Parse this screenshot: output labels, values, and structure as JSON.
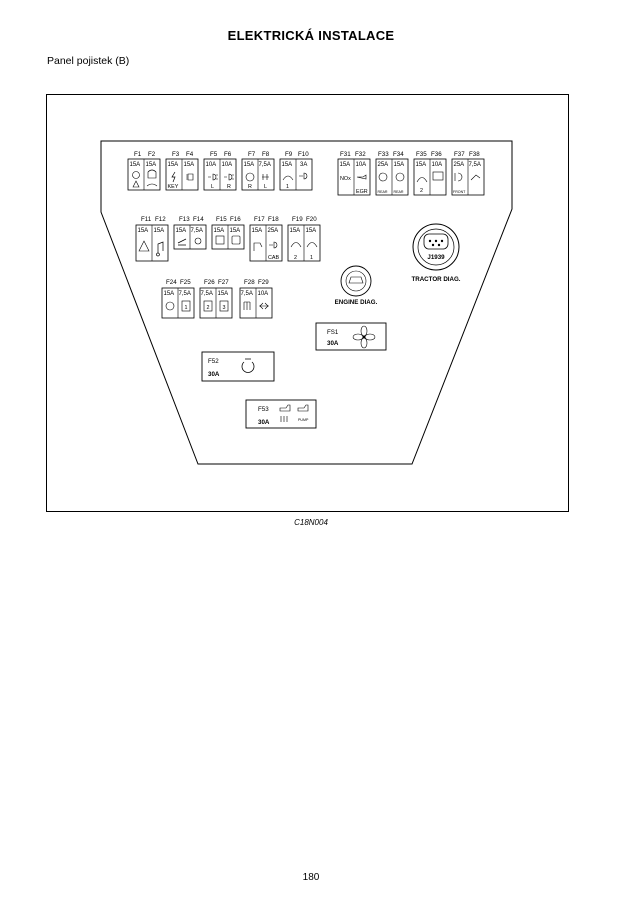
{
  "page": {
    "title": "ELEKTRICKÁ INSTALACE",
    "subtitle": "Panel pojistek (B)",
    "caption": "C18N004",
    "page_number": "180"
  },
  "fuse_groups": [
    {
      "id": "g1",
      "labels": [
        "F1",
        "F2"
      ],
      "ratings": [
        "15A",
        "15A"
      ],
      "subs": [
        "",
        ""
      ]
    },
    {
      "id": "g2",
      "labels": [
        "F3",
        "F4"
      ],
      "ratings": [
        "15A",
        "15A"
      ],
      "subs": [
        "KEY",
        ""
      ]
    },
    {
      "id": "g3",
      "labels": [
        "F5",
        "F6"
      ],
      "ratings": [
        "10A",
        "10A"
      ],
      "subs": [
        "L",
        "R"
      ]
    },
    {
      "id": "g4",
      "labels": [
        "F7",
        "F8"
      ],
      "ratings": [
        "15A",
        "7,5A"
      ],
      "subs": [
        "R",
        "L"
      ]
    },
    {
      "id": "g5",
      "labels": [
        "F9",
        "F10"
      ],
      "ratings": [
        "15A",
        "3A"
      ],
      "subs": [
        "1",
        ""
      ]
    },
    {
      "id": "g6",
      "labels": [
        "F31",
        "F32"
      ],
      "ratings": [
        "15A",
        "10A"
      ],
      "subs": [
        "NOx",
        "EGR"
      ]
    },
    {
      "id": "g7",
      "labels": [
        "F33",
        "F34"
      ],
      "ratings": [
        "25A",
        "15A"
      ],
      "subs": [
        "REAR",
        "REAR"
      ]
    },
    {
      "id": "g8",
      "labels": [
        "F35",
        "F36"
      ],
      "ratings": [
        "15A",
        "10A"
      ],
      "subs": [
        "2",
        ""
      ]
    },
    {
      "id": "g9",
      "labels": [
        "F37",
        "F38"
      ],
      "ratings": [
        "25A",
        "7,5A"
      ],
      "subs": [
        "FRONT",
        ""
      ]
    },
    {
      "id": "g10",
      "labels": [
        "F11",
        "F12"
      ],
      "ratings": [
        "15A",
        "15A"
      ],
      "subs": [
        "",
        ""
      ]
    },
    {
      "id": "g11",
      "labels": [
        "F13",
        "F14"
      ],
      "ratings": [
        "15A",
        "7,5A"
      ],
      "subs": [
        "",
        ""
      ]
    },
    {
      "id": "g12",
      "labels": [
        "F15",
        "F16"
      ],
      "ratings": [
        "15A",
        "15A"
      ],
      "subs": [
        "",
        ""
      ]
    },
    {
      "id": "g13",
      "labels": [
        "F17",
        "F18"
      ],
      "ratings": [
        "15A",
        "25A"
      ],
      "subs": [
        "",
        "CAB"
      ]
    },
    {
      "id": "g14",
      "labels": [
        "F19",
        "F20"
      ],
      "ratings": [
        "15A",
        "15A"
      ],
      "subs": [
        "2",
        "1"
      ]
    },
    {
      "id": "g15",
      "labels": [
        "F24",
        "F25"
      ],
      "ratings": [
        "15A",
        "7,5A"
      ],
      "subs": [
        "",
        "1"
      ]
    },
    {
      "id": "g16",
      "labels": [
        "F26",
        "F27"
      ],
      "ratings": [
        "7,5A",
        "15A"
      ],
      "subs": [
        "2",
        "3"
      ]
    },
    {
      "id": "g17",
      "labels": [
        "F28",
        "F29"
      ],
      "ratings": [
        "7,5A",
        "10A"
      ],
      "subs": [
        "",
        ""
      ]
    }
  ],
  "large_fuses": [
    {
      "id": "fs1",
      "label": "FS1",
      "rating": "30A"
    },
    {
      "id": "f52",
      "label": "F52",
      "rating": "30A"
    },
    {
      "id": "f53",
      "label": "F53",
      "rating": "30A",
      "sub": "PUMP"
    }
  ],
  "connectors": {
    "engine_diag": "ENGINE DIAG.",
    "tractor_diag": "TRACTOR DIAG.",
    "j1939": "J1939"
  }
}
